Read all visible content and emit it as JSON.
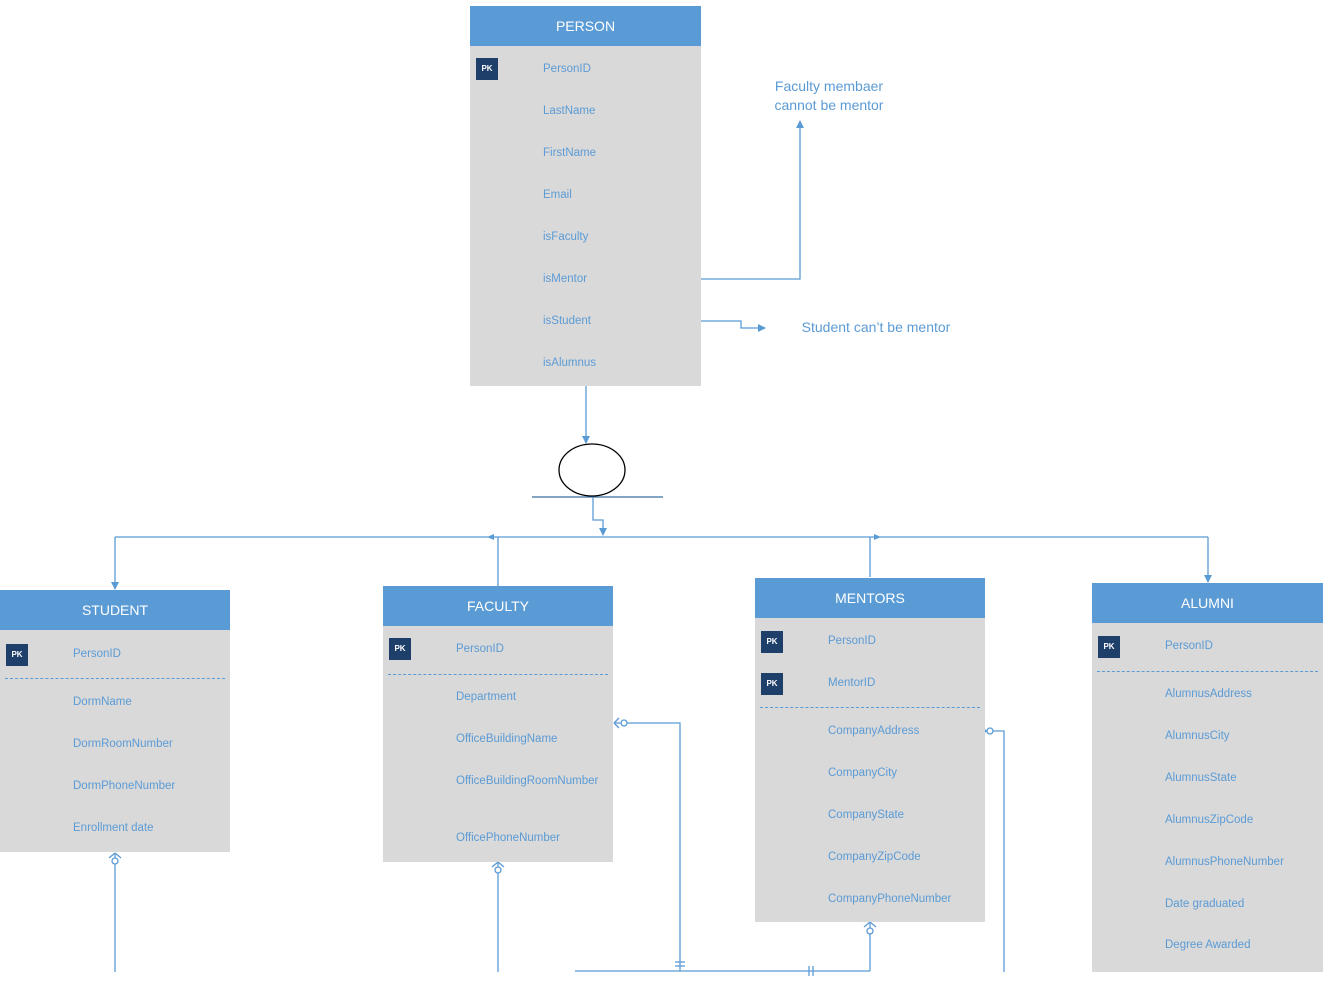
{
  "entities": {
    "person": {
      "title": "PERSON",
      "pk_label": "PK",
      "fields": [
        "PersonID",
        "LastName",
        "FirstName",
        "Email",
        "isFaculty",
        "isMentor",
        "isStudent",
        "isAlumnus"
      ]
    },
    "student": {
      "title": "STUDENT",
      "pk_label": "PK",
      "key_fields": [
        "PersonID"
      ],
      "fields": [
        "DormName",
        "DormRoomNumber",
        "DormPhoneNumber",
        "Enrollment date"
      ]
    },
    "faculty": {
      "title": "FACULTY",
      "pk_label": "PK",
      "key_fields": [
        "PersonID"
      ],
      "fields": [
        "Department",
        "OfficeBuildingName",
        "OfficeBuildingRoomNumber",
        "OfficePhoneNumber"
      ]
    },
    "mentors": {
      "title": "MENTORS",
      "pk_labels": [
        "PK",
        "PK"
      ],
      "key_fields": [
        "PersonID",
        "MentorID"
      ],
      "fields": [
        "CompanyAddress",
        "CompanyCity",
        "CompanyState",
        "CompanyZipCode",
        "CompanyPhoneNumber"
      ]
    },
    "alumni": {
      "title": "ALUMNI",
      "pk_label": "PK",
      "key_fields": [
        "PersonID"
      ],
      "fields": [
        "AlumnusAddress",
        "AlumnusCity",
        "AlumnusState",
        "AlumnusZipCode",
        "AlumnusPhoneNumber",
        "Date graduated",
        "Degree Awarded"
      ]
    }
  },
  "notes": {
    "faculty_mentor_line1": "Faculty membaer",
    "faculty_mentor_line2": "cannot be mentor",
    "student_mentor": "Student can’t be mentor"
  },
  "colors": {
    "header": "#5b9bd5",
    "body": "#d9d9d9",
    "text": "#5b9bd5",
    "pk_badge": "#1f3f6b",
    "line": "#5b9bd5"
  }
}
